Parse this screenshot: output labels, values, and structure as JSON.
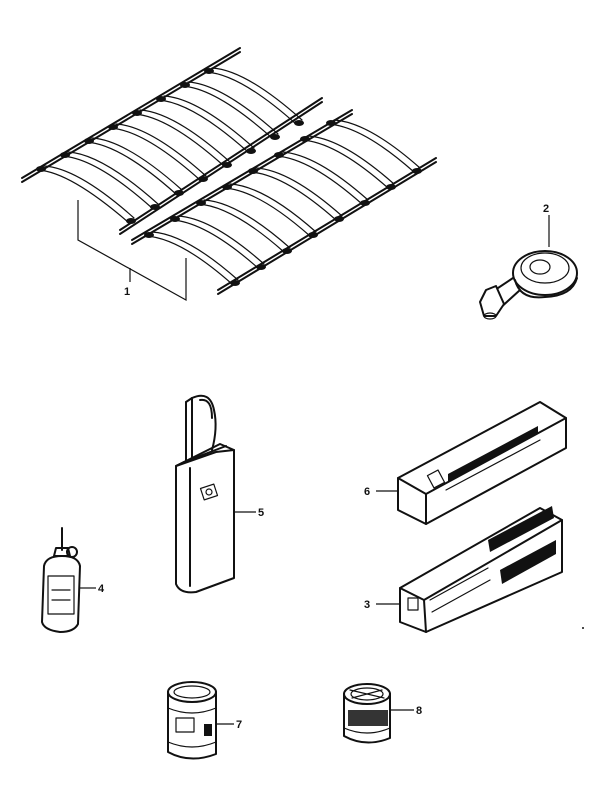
{
  "diagram": {
    "callouts": [
      {
        "id": "1",
        "label": "1",
        "part": "clip-rows"
      },
      {
        "id": "2",
        "label": "2",
        "part": "grease-fitting"
      },
      {
        "id": "3",
        "label": "3",
        "part": "small-box"
      },
      {
        "id": "4",
        "label": "4",
        "part": "oil-bottle"
      },
      {
        "id": "5",
        "label": "5",
        "part": "tube-with-nozzle"
      },
      {
        "id": "6",
        "label": "6",
        "part": "long-box"
      },
      {
        "id": "7",
        "label": "7",
        "part": "tin-can"
      },
      {
        "id": "8",
        "label": "8",
        "part": "small-jar"
      }
    ]
  }
}
